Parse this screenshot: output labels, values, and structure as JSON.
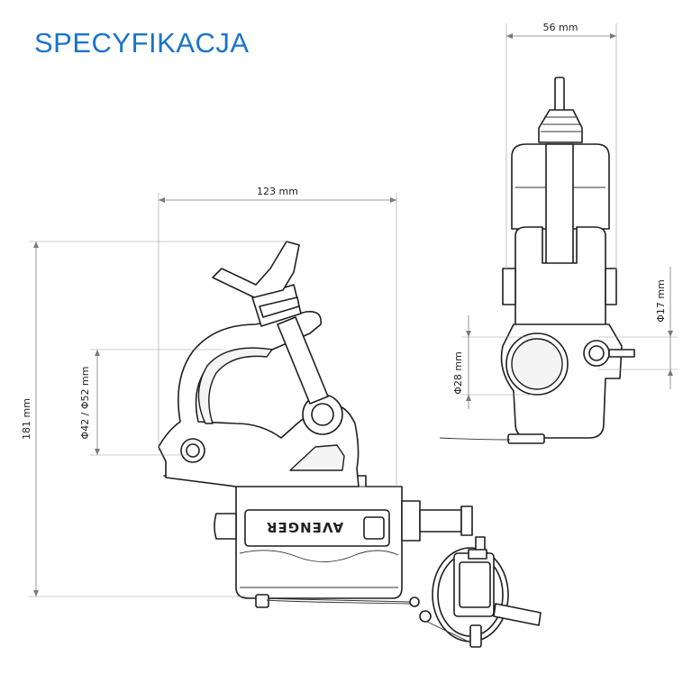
{
  "heading": "SPECYFIKACJA",
  "dimensions": {
    "width_side": "123 mm",
    "height_side": "181 mm",
    "tube_range": "Φ42 / Φ52 mm",
    "width_front": "56 mm",
    "bore_front": "Φ28 mm",
    "pin_diameter": "Φ17 mm"
  },
  "brand_logo": "AVENGER",
  "colors": {
    "heading": "#1a73c8",
    "line": "#1e1e1e",
    "dimension": "#7a7a7a"
  }
}
